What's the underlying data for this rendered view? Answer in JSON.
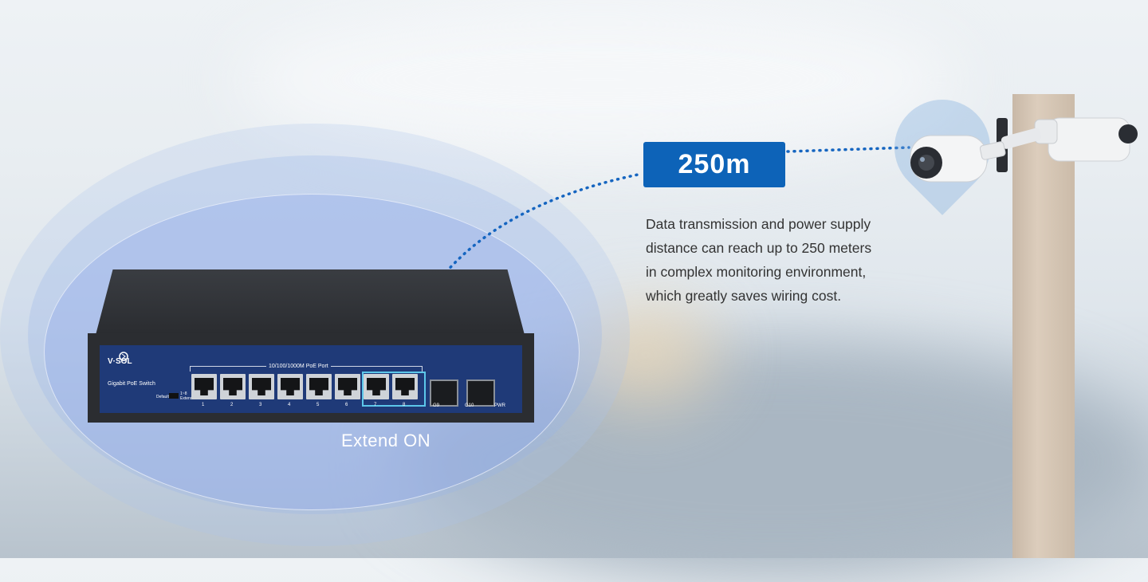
{
  "switch": {
    "brand": "V·SOL",
    "model": "Gigabit PoE Switch",
    "port_group_label": "10/100/1000M PoE Port",
    "dip_label_default": "Default",
    "dip_label_extend": "Extend",
    "dip_label_top": "1~8",
    "ports": [
      "1",
      "2",
      "3",
      "4",
      "5",
      "6",
      "7",
      "8"
    ],
    "sfp_ports": [
      "G9",
      "G10"
    ],
    "power_label": "PWR",
    "highlight_color": "#5cc7ea"
  },
  "caption": "Extend ON",
  "distance_badge": {
    "label": "250m",
    "color": "#0d63b8"
  },
  "description": [
    "Data transmission and power supply",
    "distance can reach up to 250 meters",
    "in complex monitoring environment,",
    "which greatly saves wiring cost."
  ],
  "icons": {
    "camera": "cctv-camera-icon",
    "pin": "location-pin-icon",
    "logo": "vsol-logo-icon"
  },
  "accent_color": "#0d63b8"
}
